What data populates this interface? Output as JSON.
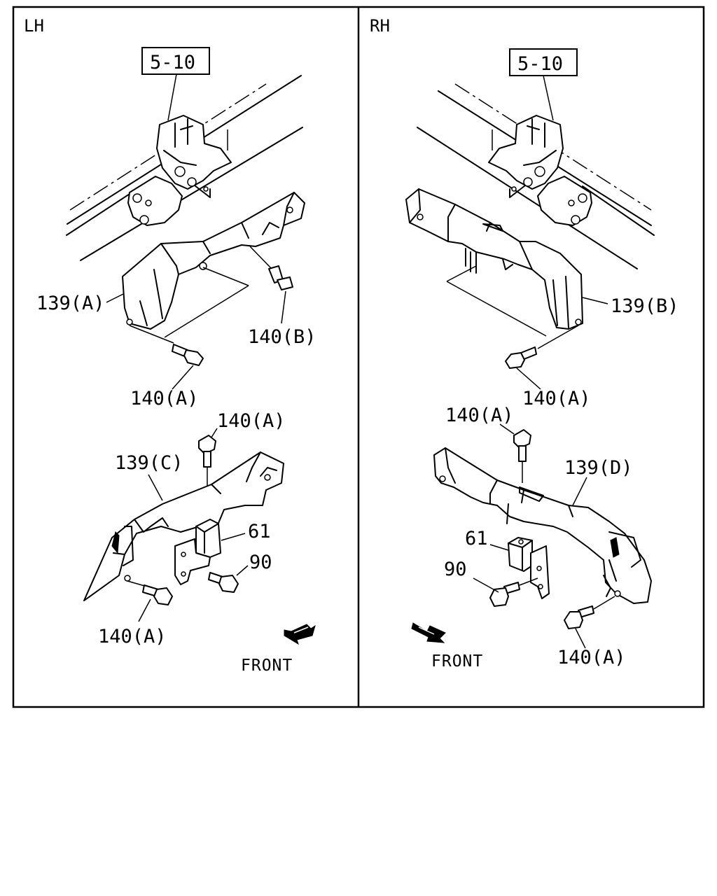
{
  "panels": {
    "left": {
      "side": "LH",
      "ref": "5-10",
      "labels": {
        "bracket_a": "139(A)",
        "bolt_b": "140(B)",
        "bolt_a_upper": "140(A)",
        "bolt_a_top": "140(A)",
        "bracket_c": "139(C)",
        "block": "61",
        "bolt_90": "90",
        "bolt_a_lower": "140(A)"
      },
      "front": "FRONT"
    },
    "right": {
      "side": "RH",
      "ref": "5-10",
      "labels": {
        "bracket_b": "139(B)",
        "bolt_a_upper": "140(A)",
        "bolt_a_top": "140(A)",
        "bracket_d": "139(D)",
        "block": "61",
        "bolt_90": "90",
        "bolt_a_lower": "140(A)"
      },
      "front": "FRONT"
    }
  }
}
